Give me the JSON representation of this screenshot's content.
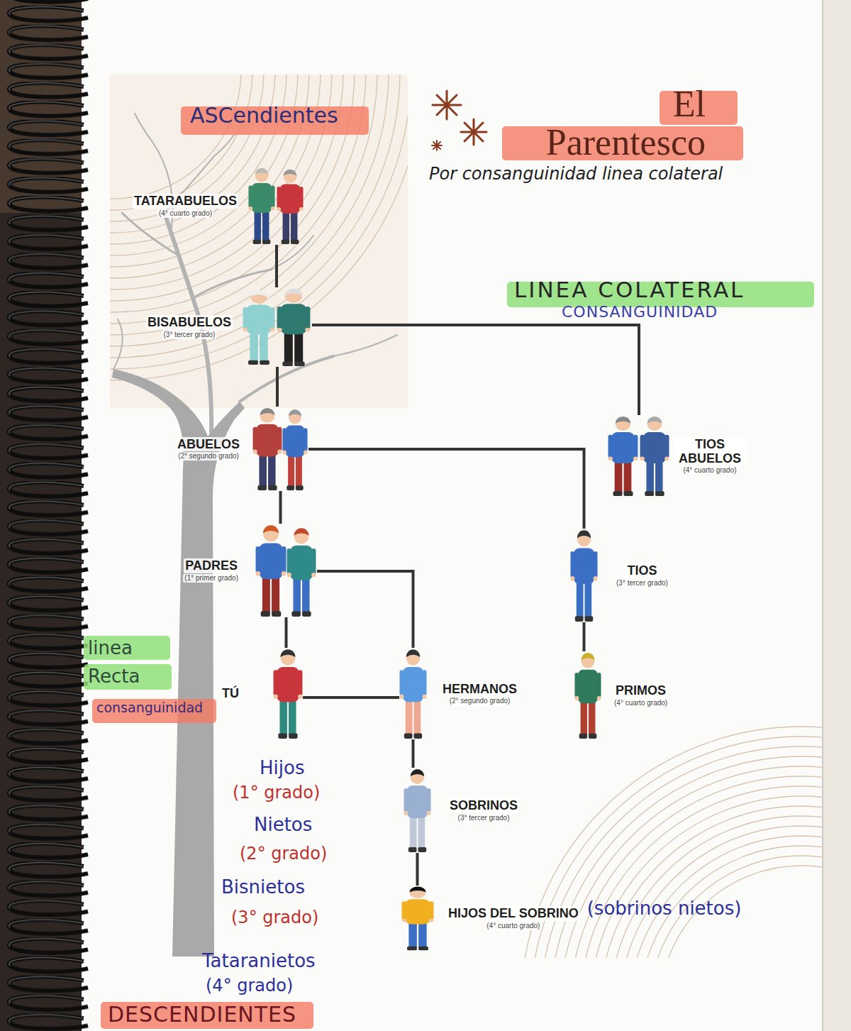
{
  "diagram": {
    "title": "El Parentesco",
    "nodes": [
      {
        "text": [
          "TATARABUELOS",
          "(4° cuarto grado)"
        ]
      },
      {
        "text": [
          "BISABUELOS",
          "(3° tercer grado)"
        ]
      },
      {
        "text": [
          "TIOS ABUELOS",
          "(4° cuarto grado)"
        ]
      },
      {
        "text": [
          "ABUELOS",
          "(2° segundo grado)"
        ]
      },
      {
        "text": [
          "TIOS",
          "(3° tercer grado)"
        ]
      },
      {
        "text": [
          "PADRES",
          "(1° primer grado)"
        ]
      },
      {
        "text": [
          "TÚ"
        ]
      },
      {
        "text": [
          "HERMANOS",
          "(2° segundo grado)"
        ]
      },
      {
        "text": [
          "PRIMOS",
          "(4° cuarto grado)"
        ]
      },
      {
        "text": [
          "SOBRINOS",
          "(3° tercer grado)"
        ]
      },
      {
        "text": [
          "HIJOS DEL SOBRINO",
          "(4° cuarto grado)"
        ]
      }
    ],
    "edges": [
      {
        "from": 0,
        "to": 1,
        "arrow": "none"
      },
      {
        "from": 1,
        "to": 3,
        "arrow": "none"
      },
      {
        "from": 3,
        "to": 5,
        "arrow": "none"
      },
      {
        "from": 5,
        "to": 6,
        "arrow": "none"
      },
      {
        "from": 1,
        "to": 2,
        "arrow": "none"
      },
      {
        "from": 3,
        "to": 4,
        "arrow": "none"
      },
      {
        "from": 5,
        "to": 7,
        "arrow": "none"
      },
      {
        "from": 6,
        "to": 7,
        "arrow": "none"
      },
      {
        "from": 4,
        "to": 8,
        "arrow": "none"
      },
      {
        "from": 7,
        "to": 9,
        "arrow": "none"
      },
      {
        "from": 9,
        "to": 10,
        "arrow": "none"
      }
    ],
    "labels": [
      "ASCendientes",
      "Por consanguinidad linea colateral",
      "LINEA COLATERAL",
      "CONSANGUINIDAD",
      "linea Recta",
      "consanguinidad",
      "Hijos",
      "(1° grado)",
      "Nietos",
      "(2° grado)",
      "Bisnietos",
      "(3° grado)",
      "(sobrinos nietos)",
      "Tataranietos",
      "(4° grado)",
      "DESCENDIENTES"
    ]
  }
}
